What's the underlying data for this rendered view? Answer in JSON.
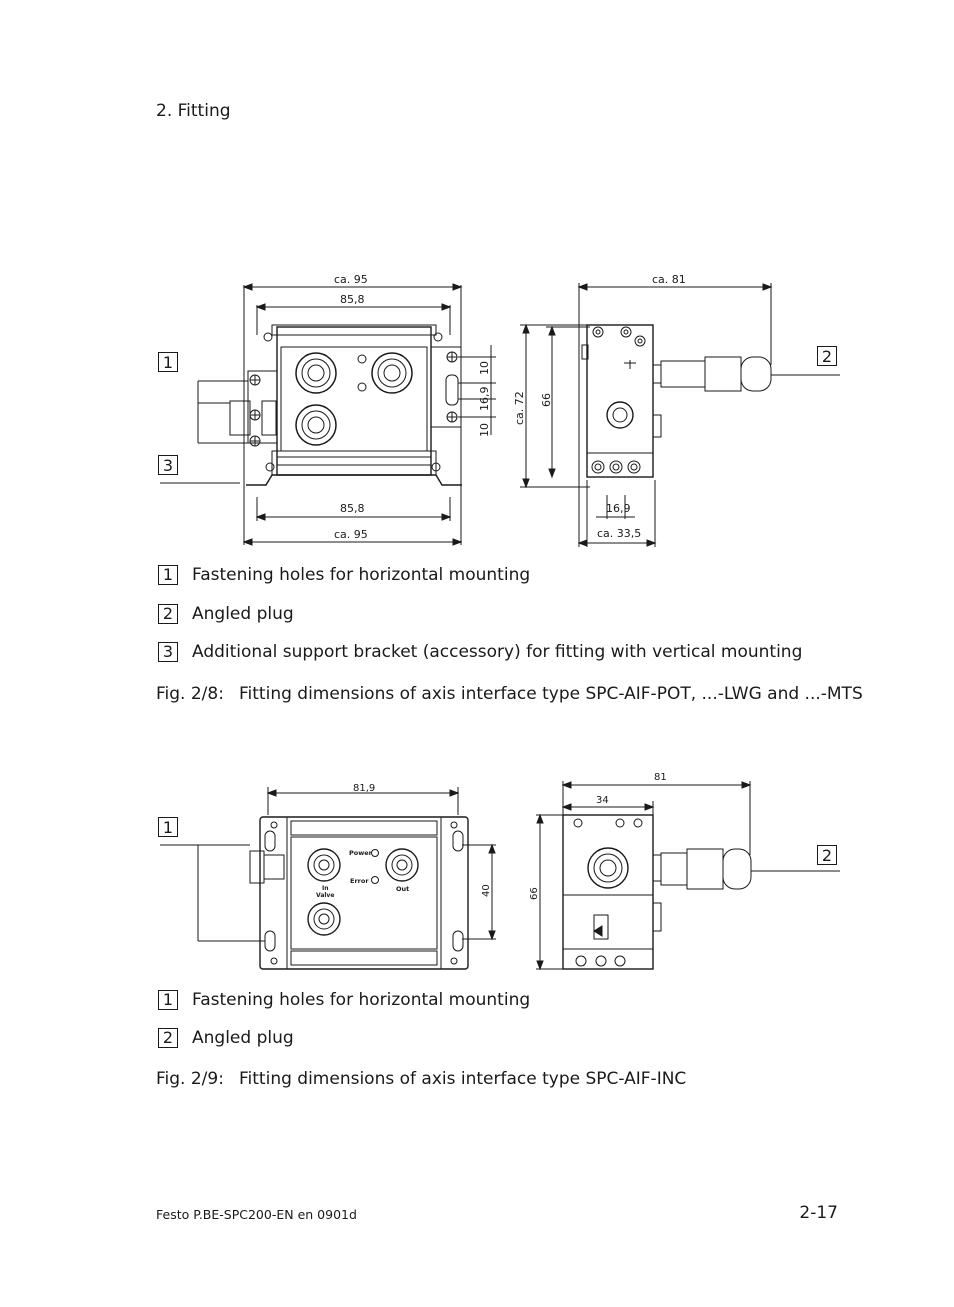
{
  "page": {
    "section": "2.  Fitting",
    "footer_left": "Festo P.BE-SPC200-EN  en 0901d",
    "footer_right": "2-17"
  },
  "figure1": {
    "callouts": [
      "1",
      "2",
      "3"
    ],
    "dims": {
      "top_outer": "ca. 95",
      "top_inner": "85,8",
      "bottom_inner": "85,8",
      "bottom_outer": "ca. 95",
      "right_10a": "10",
      "right_169": "16,9",
      "right_10b": "10",
      "side_ca72": "ca. 72",
      "side_66": "66",
      "side_top": "ca. 81",
      "side_169": "16,9",
      "side_335": "ca. 33,5"
    },
    "legend": [
      {
        "num": "1",
        "text": "Fastening holes for horizontal mounting"
      },
      {
        "num": "2",
        "text": "Angled plug"
      },
      {
        "num": "3",
        "text": "Additional support bracket (accessory) for fitting with vertical mounting"
      }
    ],
    "caption_num": "Fig. 2/8:",
    "caption_text": "Fitting dimensions of axis interface type SPC-AIF-POT, ...-LWG and ...-MTS"
  },
  "figure2": {
    "callouts": [
      "1",
      "2"
    ],
    "dims": {
      "top": "81,9",
      "right_40": "40",
      "side_66": "66",
      "side_81": "81",
      "side_34": "34"
    },
    "panel_labels": {
      "power": "Power",
      "error": "Error",
      "in": "In",
      "valve": "Valve",
      "out": "Out"
    },
    "legend": [
      {
        "num": "1",
        "text": "Fastening holes for horizontal mounting"
      },
      {
        "num": "2",
        "text": "Angled plug"
      }
    ],
    "caption_num": "Fig. 2/9:",
    "caption_text": "Fitting dimensions of axis interface type SPC-AIF-INC"
  }
}
